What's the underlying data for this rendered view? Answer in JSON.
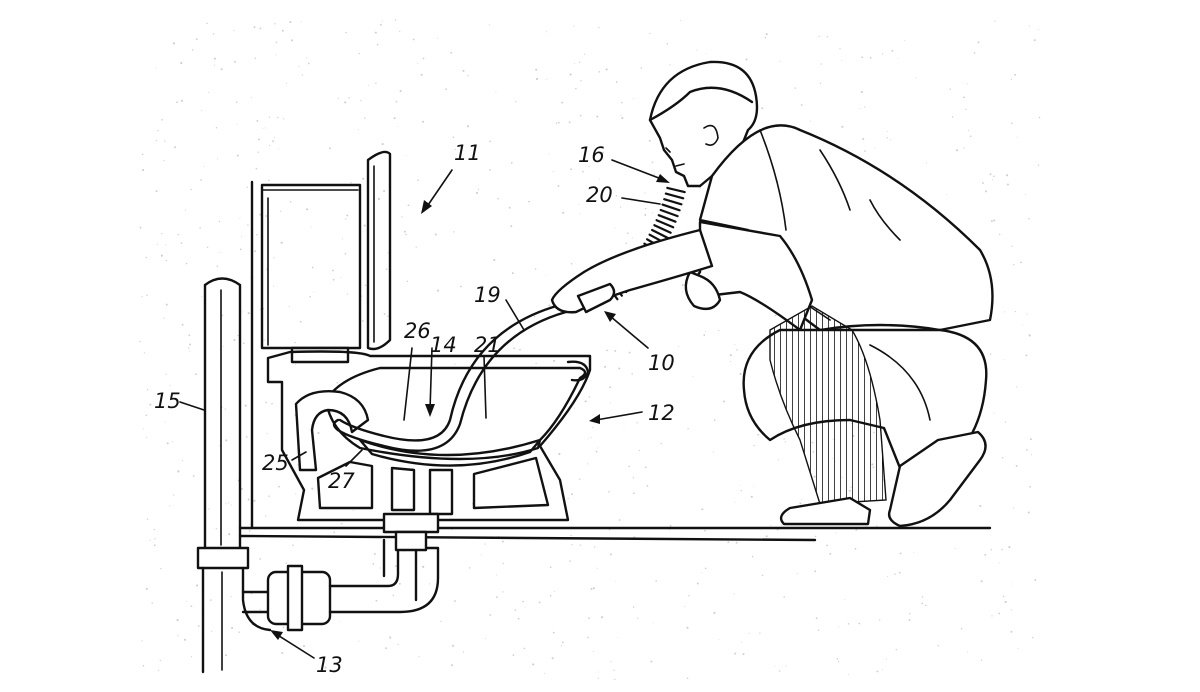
{
  "figure": {
    "ink_color": "#111111",
    "paper_color": "#ffffff",
    "reference_numerals": [
      {
        "id": "10",
        "text": "10"
      },
      {
        "id": "11",
        "text": "11"
      },
      {
        "id": "12",
        "text": "12"
      },
      {
        "id": "13",
        "text": "13"
      },
      {
        "id": "14",
        "text": "14"
      },
      {
        "id": "15",
        "text": "15"
      },
      {
        "id": "16",
        "text": "16"
      },
      {
        "id": "19",
        "text": "19"
      },
      {
        "id": "20",
        "text": "20"
      },
      {
        "id": "21",
        "text": "21"
      },
      {
        "id": "25",
        "text": "25"
      },
      {
        "id": "26",
        "text": "26"
      },
      {
        "id": "27",
        "text": "27"
      }
    ]
  }
}
